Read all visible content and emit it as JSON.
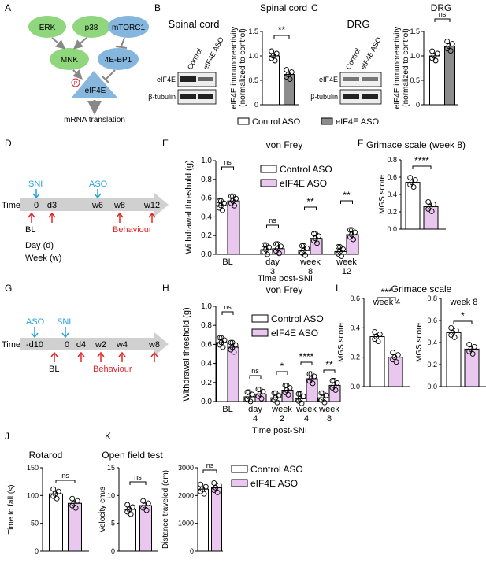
{
  "panel_letters": [
    "A",
    "B",
    "C",
    "D",
    "E",
    "F",
    "G",
    "H",
    "I",
    "J",
    "K"
  ],
  "pathway": {
    "nodes": {
      "erk": "ERK",
      "p38": "p38",
      "mtorc1": "mTORC1",
      "mnk": "MNK",
      "bp1": "4E-BP1",
      "eif4e": "eIF4E",
      "phospho": "P"
    },
    "output": "mRNA translation"
  },
  "colors": {
    "control": "#ffffff",
    "eif4e_aso": "#e9c7ef",
    "dark_bar": "#8c8c8c",
    "arrow_red": "#e0272a",
    "arrow_blue": "#2ba3da",
    "timeline": "#d0d0d0",
    "green": "#8fd67c",
    "blue_node": "#85b6dd",
    "tri": "#87b7dc"
  },
  "legends": {
    "control": "Control ASO",
    "eif4e": "eIF4E ASO"
  },
  "blots": {
    "sc_title": "Spinal cord",
    "drg_title": "DRG",
    "lane_labels": [
      "Control",
      "eIF4E ASO"
    ],
    "row_labels": [
      "eIF4E",
      "β-tubulin"
    ]
  },
  "timeline_d": {
    "label": "Time",
    "above": [
      {
        "text": "SNI"
      },
      {
        "text": "ASO"
      }
    ],
    "ticks": [
      "0",
      "d3",
      "w6",
      "w8",
      "w12"
    ],
    "bl": "BL",
    "behaviour": "Behaviour",
    "notes": [
      "Day (d)",
      "Week (w)"
    ]
  },
  "timeline_g": {
    "label": "Time",
    "above": [
      {
        "text": "ASO"
      },
      {
        "text": "SNI"
      }
    ],
    "ticks": [
      "-d10",
      "0",
      "d4",
      "w2",
      "w4",
      "w8"
    ],
    "bl": "BL",
    "behaviour": "Behaviour"
  },
  "chart_data": [
    {
      "id": "B",
      "type": "bar",
      "title": "Spinal cord",
      "ylabel": "eIF4E immunoreactivity (normalized to control)",
      "ylim": [
        0,
        1.5
      ],
      "yticks": [
        "0",
        "0.5",
        "1.0",
        "1.5"
      ],
      "categories": [
        "Control ASO",
        "eIF4E ASO"
      ],
      "values": [
        1.0,
        0.62
      ],
      "sig": "**"
    },
    {
      "id": "C",
      "type": "bar",
      "title": "DRG",
      "ylabel": "eIF4E immunoreactivity (normalized to control)",
      "ylim": [
        0,
        1.5
      ],
      "yticks": [
        "0",
        "0.5",
        "1.0",
        "1.5"
      ],
      "categories": [
        "Control ASO",
        "eIF4E ASO"
      ],
      "values": [
        1.0,
        1.2
      ],
      "sig": "ns"
    },
    {
      "id": "E",
      "type": "bar",
      "title": "von Frey",
      "ylabel": "Withdrawal threshold (g)",
      "xlabel": "Time post-SNI",
      "ylim": [
        0,
        1.0
      ],
      "yticks": [
        "0.0",
        "0.2",
        "0.4",
        "0.6",
        "0.8",
        "1.0"
      ],
      "categories": [
        [
          "BL"
        ],
        [
          "day",
          "3"
        ],
        [
          "week",
          "8"
        ],
        [
          "week",
          "12"
        ]
      ],
      "series": [
        {
          "name": "Control ASO",
          "values": [
            0.52,
            0.05,
            0.04,
            0.03
          ]
        },
        {
          "name": "eIF4E ASO",
          "values": [
            0.57,
            0.06,
            0.17,
            0.21
          ]
        }
      ],
      "sig": [
        "ns",
        "ns",
        "**",
        "**"
      ]
    },
    {
      "id": "F",
      "type": "bar",
      "title": "Grimace scale (week 8)",
      "ylabel": "MGS score",
      "ylim": [
        0,
        0.8
      ],
      "yticks": [
        "0.0",
        "0.2",
        "0.4",
        "0.6",
        "0.8"
      ],
      "categories": [
        "Control ASO",
        "eIF4E ASO"
      ],
      "values": [
        0.54,
        0.26
      ],
      "sig": "****"
    },
    {
      "id": "H",
      "type": "bar",
      "title": "von Frey",
      "ylabel": "Withdrawal threshold (g)",
      "xlabel": "Time post-SNI",
      "ylim": [
        0,
        1.0
      ],
      "yticks": [
        "0.0",
        "0.2",
        "0.4",
        "0.6",
        "0.8",
        "1.0"
      ],
      "categories": [
        [
          "BL"
        ],
        [
          "day",
          "4"
        ],
        [
          "week",
          "2"
        ],
        [
          "week",
          "4"
        ],
        [
          "week",
          "8"
        ]
      ],
      "series": [
        {
          "name": "Control ASO",
          "values": [
            0.62,
            0.05,
            0.04,
            0.03,
            0.04
          ]
        },
        {
          "name": "eIF4E ASO",
          "values": [
            0.57,
            0.08,
            0.12,
            0.24,
            0.17
          ]
        }
      ],
      "sig": [
        "ns",
        "ns",
        "*",
        "****",
        "**"
      ]
    },
    {
      "id": "I1",
      "type": "bar",
      "title": "Grimace scale",
      "subtitle": "week 4",
      "ylabel": "MGS score",
      "ylim": [
        0,
        0.6
      ],
      "yticks": [
        "0.0",
        "0.2",
        "0.4",
        "0.6"
      ],
      "categories": [
        "Control ASO",
        "eIF4E ASO"
      ],
      "values": [
        0.34,
        0.2
      ],
      "sig": "***"
    },
    {
      "id": "I2",
      "type": "bar",
      "subtitle": "week 8",
      "ylabel": "MGS score",
      "ylim": [
        0,
        0.8
      ],
      "yticks": [
        "0.0",
        "0.2",
        "0.4",
        "0.6",
        "0.8"
      ],
      "categories": [
        "Control ASO",
        "eIF4E ASO"
      ],
      "values": [
        0.49,
        0.34
      ],
      "sig": "*"
    },
    {
      "id": "J",
      "type": "bar",
      "title": "Rotarod",
      "ylabel": "Time to fall  (s)",
      "ylim": [
        0,
        150
      ],
      "yticks": [
        "0",
        "50",
        "100",
        "150"
      ],
      "categories": [
        "Control ASO",
        "eIF4E ASO"
      ],
      "values": [
        103,
        86
      ],
      "sig": "ns"
    },
    {
      "id": "K1",
      "type": "bar",
      "title": "Open field test",
      "ylabel": "Velocity cm/s",
      "ylim": [
        0,
        15
      ],
      "yticks": [
        "0",
        "5",
        "10",
        "15"
      ],
      "categories": [
        "Control ASO",
        "eIF4E ASO"
      ],
      "values": [
        7.5,
        8.2
      ],
      "sig": "ns"
    },
    {
      "id": "K2",
      "type": "bar",
      "ylabel": "Distance traveled (cm)",
      "ylim": [
        0,
        3000
      ],
      "yticks": [
        "0",
        "1000",
        "2000",
        "3000"
      ],
      "categories": [
        "Control ASO",
        "eIF4E ASO"
      ],
      "values": [
        2230,
        2280
      ],
      "sig": "ns"
    }
  ]
}
